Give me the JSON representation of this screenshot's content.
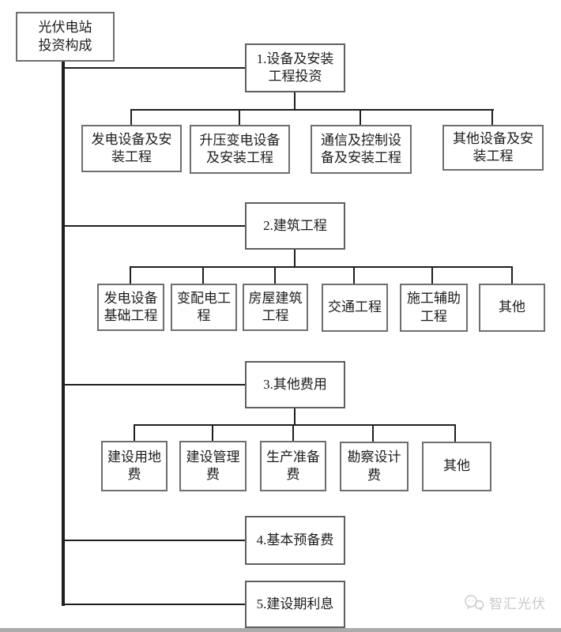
{
  "diagram": {
    "title": "光伏电站投资构成",
    "root_label": "光伏电站\n投资构成",
    "branches": [
      {
        "label": "1.设备及安装\n工程投资",
        "children": [
          "发电设备及安\n装工程",
          "升压变电设备\n及安装工程",
          "通信及控制设\n备及安装工程",
          "其他设备及安\n装工程"
        ]
      },
      {
        "label": "2.建筑工程",
        "children": [
          "发电设备\n基础工程",
          "变配电工\n程",
          "房屋建筑\n工程",
          "交通工程",
          "施工辅助\n工程",
          "其他"
        ]
      },
      {
        "label": "3.其他费用",
        "children": [
          "建设用地\n费",
          "建设管理\n费",
          "生产准备\n费",
          "勘察设计\n费",
          "其他"
        ]
      },
      {
        "label": "4.基本预备费",
        "children": []
      },
      {
        "label": "5.建设期利息",
        "children": []
      }
    ]
  },
  "watermark": {
    "label": "智汇光伏"
  },
  "colors": {
    "connector": "#1f1f1f",
    "box_border": "#6e6e6e",
    "watermark_text": "#c9c9c9",
    "bottom_bar": "#ababab",
    "background": "#ffffff"
  }
}
